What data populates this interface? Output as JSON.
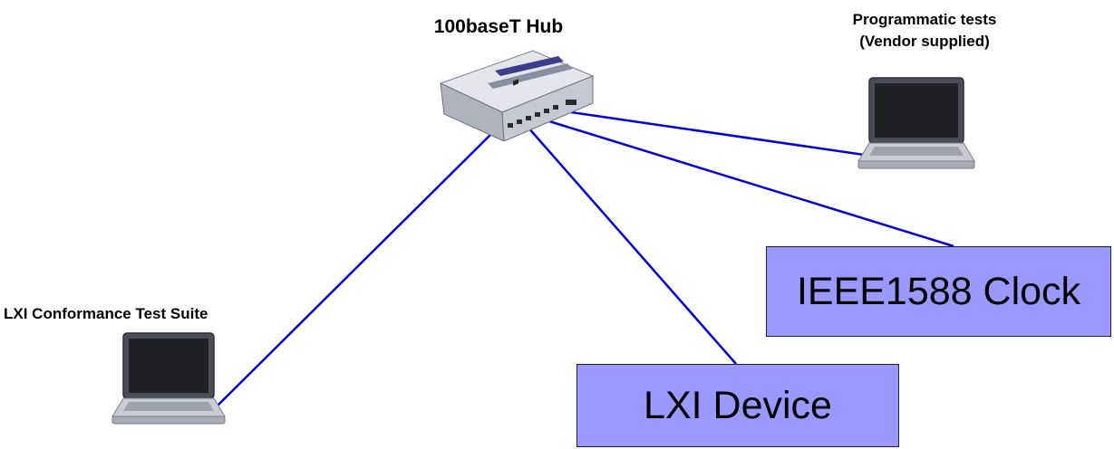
{
  "hub": {
    "label": "100baseT Hub"
  },
  "programmatic": {
    "label_line1": "Programmatic tests",
    "label_line2": "(Vendor supplied)"
  },
  "conformance": {
    "label": "LXI Conformance Test Suite"
  },
  "clock": {
    "label": "IEEE1588 Clock"
  },
  "device": {
    "label": "LXI Device"
  },
  "colors": {
    "link": "#0000dd",
    "box_fill": "#9999ff"
  },
  "links": [
    {
      "from": "hub",
      "to": "programmatic-laptop"
    },
    {
      "from": "hub",
      "to": "ieee1588-clock"
    },
    {
      "from": "hub",
      "to": "lxi-device"
    },
    {
      "from": "hub",
      "to": "conformance-laptop"
    }
  ]
}
